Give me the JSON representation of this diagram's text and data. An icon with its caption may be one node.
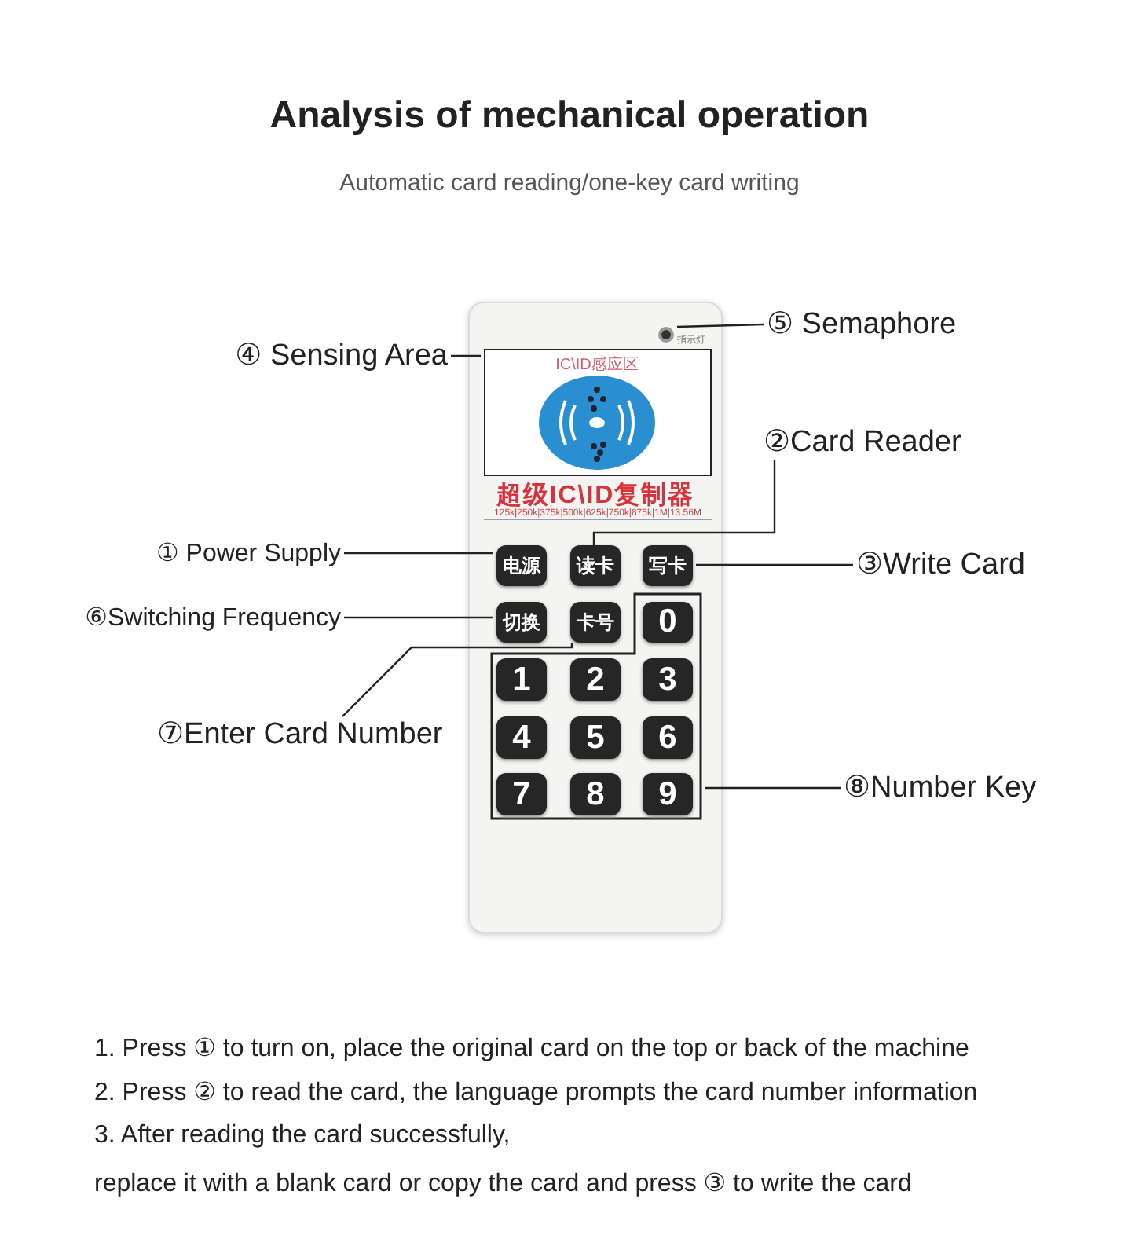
{
  "diagram": {
    "title": "Analysis of mechanical operation",
    "nodes": [
      {
        "text": [
          "超级IC\\ID复制器",
          "125k|250k|375k|500k|625k|750k|875k|1M|13.56M"
        ]
      },
      {
        "text": [],
        "shape": "circle",
        "in": 0
      },
      {
        "text": [
          "IC\\ID感应区"
        ],
        "in": 0
      },
      {
        "text": [
          "电源"
        ],
        "in": 0
      },
      {
        "text": [
          "读卡"
        ],
        "in": 0
      },
      {
        "text": [
          "写卡"
        ],
        "in": 0
      },
      {
        "text": [
          "切换"
        ],
        "in": 0
      },
      {
        "text": [
          "卡号"
        ],
        "in": 0
      },
      {
        "text": [],
        "shape": "box",
        "in": 0
      },
      {
        "text": [
          "0"
        ],
        "in": 8
      },
      {
        "text": [
          "1"
        ],
        "in": 8
      },
      {
        "text": [
          "2"
        ],
        "in": 8
      },
      {
        "text": [
          "3"
        ],
        "in": 8
      },
      {
        "text": [
          "4"
        ],
        "in": 8
      },
      {
        "text": [
          "5"
        ],
        "in": 8
      },
      {
        "text": [
          "6"
        ],
        "in": 8
      },
      {
        "text": [
          "7"
        ],
        "in": 8
      },
      {
        "text": [
          "8"
        ],
        "in": 8
      },
      {
        "text": [
          "9"
        ],
        "in": 8
      },
      {
        "text": [
          "④ Sensing Area"
        ]
      },
      {
        "text": [
          "⑤ Semaphore"
        ]
      },
      {
        "text": [
          "②Card Reader"
        ]
      },
      {
        "text": [
          "① Power Supply"
        ]
      },
      {
        "text": [
          "③Write Card"
        ]
      },
      {
        "text": [
          "⑥Switching Frequency"
        ]
      },
      {
        "text": [
          "⑦Enter Card Number"
        ]
      },
      {
        "text": [
          "⑧Number Key"
        ]
      }
    ],
    "edges": [
      {
        "from": 19,
        "to": 2,
        "arrow": "none"
      },
      {
        "from": 20,
        "to": 1,
        "arrow": "none"
      },
      {
        "from": 21,
        "to": 4,
        "arrow": "none"
      },
      {
        "from": 22,
        "to": 3,
        "arrow": "none"
      },
      {
        "from": 23,
        "to": 5,
        "arrow": "none"
      },
      {
        "from": 24,
        "to": 6,
        "arrow": "none"
      },
      {
        "from": 25,
        "to": 7,
        "arrow": "none"
      },
      {
        "from": 26,
        "to": 8,
        "arrow": "none"
      }
    ],
    "labels": [
      "Automatic card reading/one-key card writing",
      "指示灯",
      "1. Press ① to turn on, place the original card on the top or back of the machine",
      "2. Press ② to read the card, the language prompts the card number information",
      "3. After reading the card successfully,",
      "replace it with a blank card or copy the card and press ③ to write the card"
    ]
  }
}
